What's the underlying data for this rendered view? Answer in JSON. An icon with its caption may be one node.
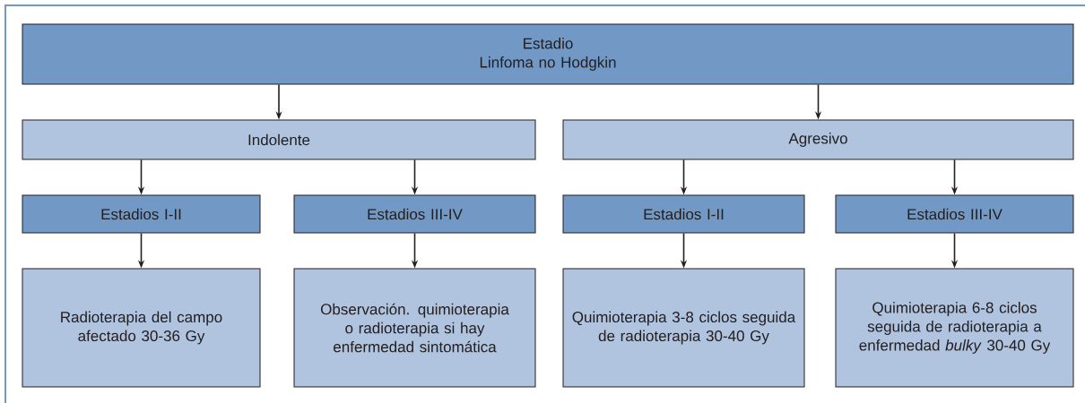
{
  "diagram": {
    "nodes": [
      {
        "text": [
          "Estadio",
          "Linfoma no Hodgkin"
        ]
      },
      {
        "text": [
          "Indolente"
        ]
      },
      {
        "text": [
          "Agresivo"
        ]
      },
      {
        "text": [
          "Estadios I-II"
        ]
      },
      {
        "text": [
          "Estadios III-IV"
        ]
      },
      {
        "text": [
          "Estadios I-II"
        ]
      },
      {
        "text": [
          "Estadios III-IV"
        ]
      },
      {
        "text": [
          "Radioterapia del campo afectado 30-36 Gy"
        ]
      },
      {
        "text": [
          "Observación. quimioterapia o radioterapia si hay enfermedad sintomática"
        ]
      },
      {
        "text": [
          "Quimioterapia 3-8 ciclos seguida de radioterapia 30-40 Gy"
        ]
      },
      {
        "text": [
          "Quimioterapia 6-8 ciclos seguida de radioterapia a enfermedad *bulky* 30-40 Gy"
        ]
      }
    ],
    "edges": [
      {
        "from": 0,
        "to": 1,
        "arrow": "to"
      },
      {
        "from": 0,
        "to": 2,
        "arrow": "to"
      },
      {
        "from": 1,
        "to": 3,
        "arrow": "to"
      },
      {
        "from": 1,
        "to": 4,
        "arrow": "to"
      },
      {
        "from": 2,
        "to": 5,
        "arrow": "to"
      },
      {
        "from": 2,
        "to": 6,
        "arrow": "to"
      },
      {
        "from": 3,
        "to": 7,
        "arrow": "to"
      },
      {
        "from": 4,
        "to": 8,
        "arrow": "to"
      },
      {
        "from": 5,
        "to": 9,
        "arrow": "to"
      },
      {
        "from": 6,
        "to": 10,
        "arrow": "to"
      }
    ]
  }
}
